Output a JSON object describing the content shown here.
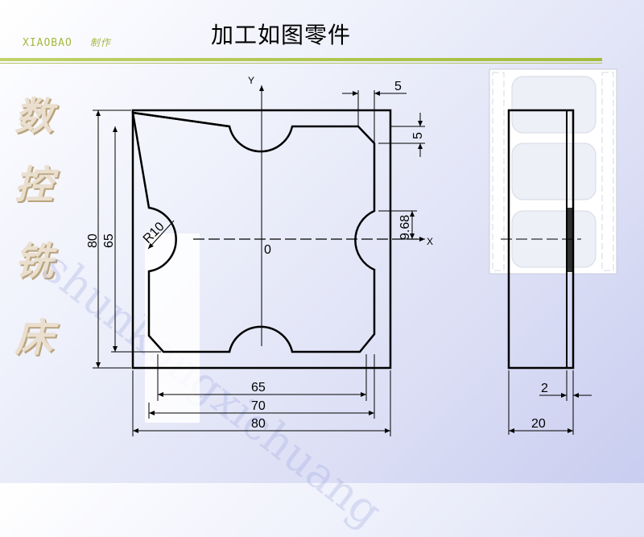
{
  "header": {
    "brand": "XIAOBAO",
    "brand_suffix": "制作",
    "title": "加工如图零件"
  },
  "side_title": [
    "数",
    "控",
    "铣",
    "床"
  ],
  "watermark": "shunkongxichuang",
  "drawing": {
    "axis_y": "Y",
    "axis_x": "X",
    "origin": "0",
    "radius": "R10",
    "dims_bottom": [
      "65",
      "70",
      "80"
    ],
    "dims_left": [
      "80",
      "65"
    ],
    "dim_top_right_h": "5",
    "dim_top_right_v": "5",
    "dim_right": "9.68",
    "side_dims": [
      "2",
      "20"
    ]
  },
  "colors": {
    "accent": "#a6b840",
    "line": "#000000"
  }
}
